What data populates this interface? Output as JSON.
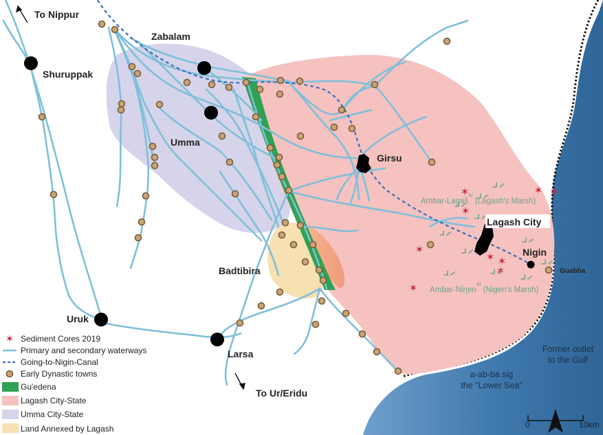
{
  "labels": {
    "to_nippur": "To Nippur",
    "to_ur": "To Ur/Eridu",
    "zabalam": "Zabalam",
    "shuruppak": "Shuruppak",
    "umma": "Umma",
    "girsu": "Girsu",
    "lagash_city": "Lagash City",
    "nigin": "Nigin",
    "guabba": "Guabba",
    "badtibira": "Badtibira",
    "uruk": "Uruk",
    "larsa": "Larsa",
    "ambar_lagash": "Ambar-Lagaš",
    "ambar_lagash_ki": "ki",
    "ambar_lagash_gloss": "(Lagash's Marsh)",
    "ambar_nigen": "Ambar-Niŋen",
    "ambar_nigen_ki": "ki",
    "ambar_nigen_gloss": "(Nigen's Marsh)",
    "lower_sea_1": "a-ab-ba sig",
    "lower_sea_2": "the \"Lower Sea\"",
    "outlet_1": "Former outlet",
    "outlet_2": "to the Gulf"
  },
  "legend": {
    "sediment": "Sediment Cores 2019",
    "waterways": "Primary and secondary waterways",
    "canal": "Going-to-Nigin-Canal",
    "towns": "Early Dynastic towns",
    "guedena": "Gu'edena",
    "lagash_state": "Lagash City-State",
    "umma_state": "Umma City-State",
    "annexed": "Land Annexed by Lagash"
  },
  "scale": {
    "start": "0",
    "end": "10km"
  },
  "colors": {
    "water": "#7fbfda",
    "canal": "#3c6fb8",
    "town_fill": "#c8a47a",
    "town_stroke": "#7a5a34",
    "lagash": "#f5c2c0",
    "umma": "#d6d4ea",
    "annexed": "#f7e0b2",
    "guedena": "#2fa253",
    "sea": "#3b73a6",
    "star": "#c8283c",
    "marsh": "#6fa08a"
  }
}
